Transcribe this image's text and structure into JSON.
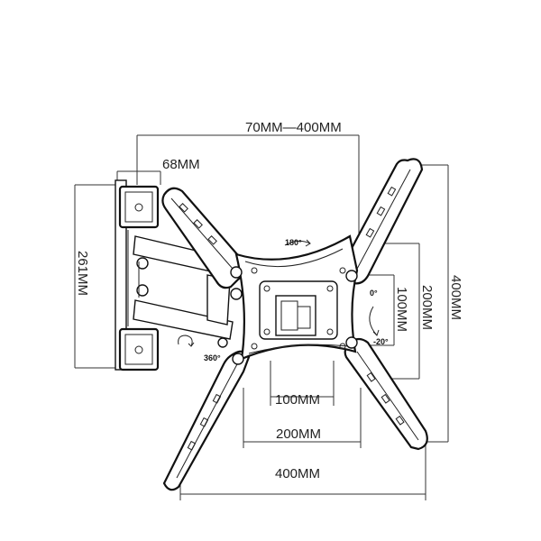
{
  "dimensions": {
    "top_range": "70MM—400MM",
    "arm_width": "68MM",
    "wall_height": "261MM",
    "vesa_small_w": "100MM",
    "vesa_mid_w": "200MM",
    "vesa_large_w": "400MM",
    "vesa_small_h": "100MM",
    "vesa_mid_h": "200MM",
    "vesa_large_h": "400MM"
  },
  "rotation_labels": {
    "rotate": "180°",
    "swivel": "360°",
    "tilt_up": "0°",
    "tilt_down": "-20°"
  }
}
